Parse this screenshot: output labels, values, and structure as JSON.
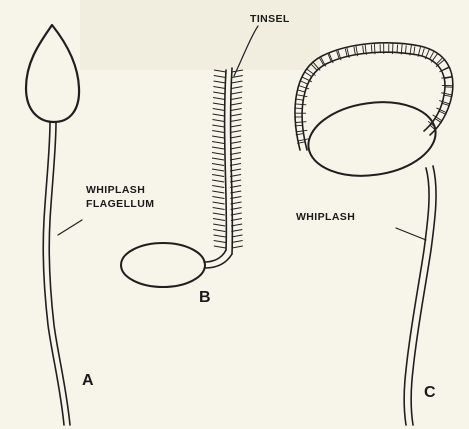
{
  "labels": {
    "tinsel": "TINSEL",
    "whiplash_flagellum_line1": "WHIPLASH",
    "whiplash_flagellum_line2": "FLAGELLUM",
    "whiplash": "WHIPLASH",
    "panel_a": "A",
    "panel_b": "B",
    "panel_c": "C"
  },
  "colors": {
    "background": "#f7f4ea",
    "ink": "#1f1f1f"
  }
}
